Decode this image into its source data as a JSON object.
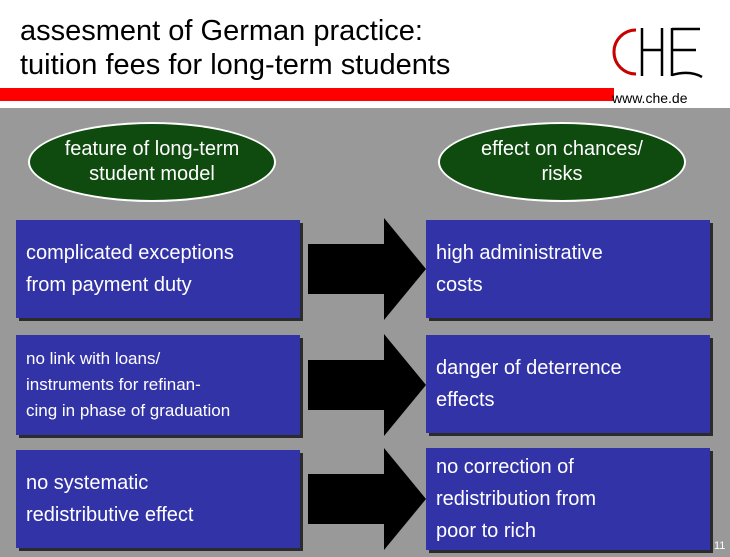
{
  "header": {
    "title": "assesment of German practice:\ntuition fees for long-term students",
    "logo_text": "CHE",
    "logo_url": "www.che.de"
  },
  "columns": {
    "left_heading": "feature of long-term\nstudent model",
    "right_heading": "effect on chances/\nrisks"
  },
  "rows": [
    {
      "feature": "complicated exceptions\nfrom payment duty",
      "effect": "high administrative\ncosts"
    },
    {
      "feature": "no link with loans/\ninstruments for refinan-\ncing in phase of graduation",
      "effect": "danger of deterrence\neffects"
    },
    {
      "feature": "no systematic\nredistributive effect",
      "effect": "no correction of\nredistribution from\npoor to rich"
    }
  ],
  "page_number": "11",
  "colors": {
    "background": "#999999",
    "box": "#3333a8",
    "ellipse": "#0f4a0f",
    "accent_bar": "#ff0000"
  }
}
